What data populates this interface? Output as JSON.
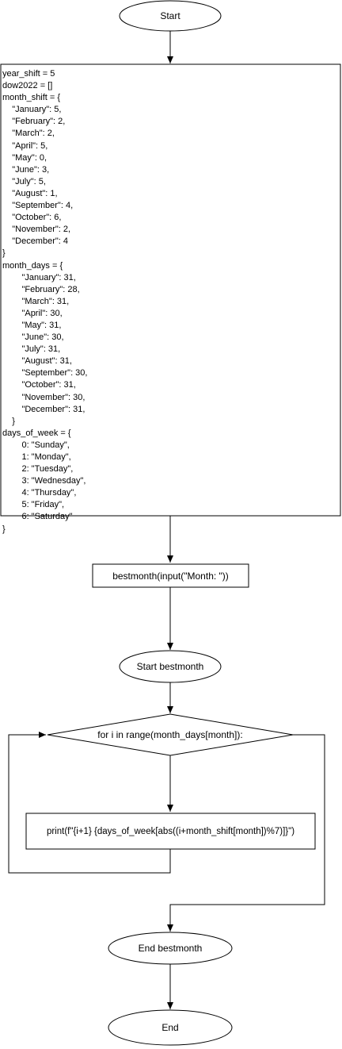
{
  "start": "Start",
  "code_lines": [
    "year_shift = 5",
    "dow2022 = []",
    "month_shift = {",
    "    \"January\": 5,",
    "    \"February\": 2,",
    "    \"March\": 2,",
    "    \"April\": 5,",
    "    \"May\": 0,",
    "    \"June\": 3,",
    "    \"July\": 5,",
    "    \"August\": 1,",
    "    \"September\": 4,",
    "    \"October\": 6,",
    "    \"November\": 2,",
    "    \"December\": 4",
    "}",
    "month_days = {",
    "        \"January\": 31,",
    "        \"February\": 28,",
    "        \"March\": 31,",
    "        \"April\": 30,",
    "        \"May\": 31,",
    "        \"June\": 30,",
    "        \"July\": 31,",
    "        \"August\": 31,",
    "        \"September\": 30,",
    "        \"October\": 31,",
    "        \"November\": 30,",
    "        \"December\": 31,",
    "    }",
    "days_of_week = {",
    "        0: \"Sunday\",",
    "        1: \"Monday\",",
    "        2: \"Tuesday\",",
    "        3: \"Wednesday\",",
    "        4: \"Thursday\",",
    "        5: \"Friday\",",
    "        6: \"Saturday\"",
    "}"
  ],
  "call": "bestmonth(input(\"Month: \"))",
  "func_start": "Start bestmonth",
  "loop": "for i in range(month_days[month]):",
  "print_stmt": "print(f\"{i+1} {days_of_week[abs((i+month_shift[month])%7)]}\")",
  "func_end": "End bestmonth",
  "end": "End"
}
